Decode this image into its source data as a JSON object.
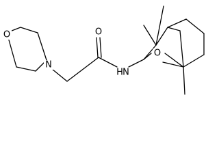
{
  "structure": {
    "atoms": {
      "O_morpholine": "O",
      "N_morpholine": "N",
      "O_carbonyl": "O",
      "N_amide": "N",
      "H_amide": "H",
      "O_bridge": "O"
    },
    "colors": {
      "bond": "#000000",
      "label": "#000000",
      "background": "#ffffff"
    }
  }
}
